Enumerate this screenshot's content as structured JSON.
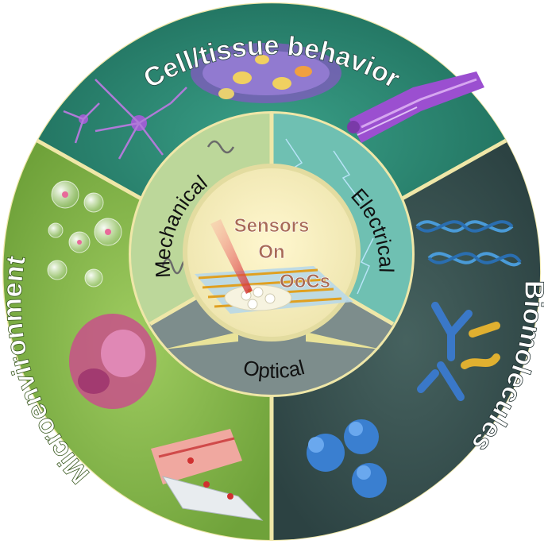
{
  "outer_ring": {
    "top": "Cell/tissue behavior",
    "right": "Biomolecules",
    "left": "Microenvironment"
  },
  "inner_ring": {
    "left": "Mechanical",
    "right": "Electrical",
    "bottom": "Optical"
  },
  "center": {
    "line1": "Sensors",
    "line2": "On",
    "line3": "OoCs"
  },
  "colors": {
    "outer_top": "#2f8a74",
    "outer_right": "#3c5454",
    "outer_left": "#86b94a",
    "inner_left": "#bcd79a",
    "inner_right": "#6fc0b2",
    "inner_bottom": "#7d8d8c",
    "border": "#e8df9a",
    "center_text": "#a86a55"
  }
}
